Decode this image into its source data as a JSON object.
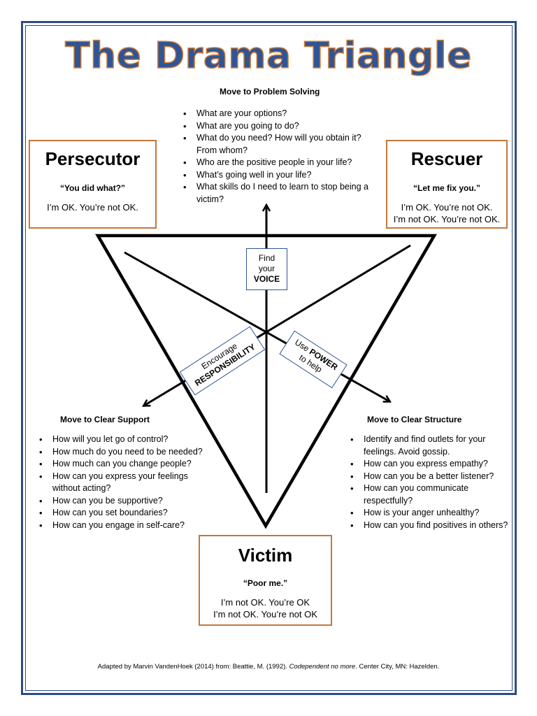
{
  "title": "The Drama Triangle",
  "problem_solving": {
    "heading": "Move to Problem Solving",
    "items": [
      "What are your options?",
      "What are you going to do?",
      "What do you need? How will you obtain it? From whom?",
      "Who are the positive people in your life?",
      "What’s going well in your life?",
      "What skills do I need to learn to stop being a victim?"
    ]
  },
  "persecutor": {
    "name": "Persecutor",
    "quote": "“You did what?”",
    "lines": [
      "I’m OK. You’re not OK."
    ]
  },
  "rescuer": {
    "name": "Rescuer",
    "quote": "“Let me fix you.”",
    "lines": [
      "I’m OK. You’re not OK.",
      "I’m not OK. You’re not OK."
    ]
  },
  "victim": {
    "name": "Victim",
    "quote": "“Poor me.”",
    "lines": [
      "I’m not OK. You’re OK",
      "I’m not OK. You’re not OK"
    ]
  },
  "find_voice": {
    "line1": "Find",
    "line2": "your",
    "line3": "VOICE"
  },
  "encourage": {
    "line1": "Encourage",
    "line2": "RESPONSIBILITY"
  },
  "power": {
    "prefix": "Use ",
    "bold": "POWER",
    "line2": "to help"
  },
  "clear_support": {
    "heading": "Move to Clear Support",
    "items": [
      "How will you let go of control?",
      "How much do you need to be needed?",
      "How much can you change people?",
      "How can you express your feelings without acting?",
      "How can you be supportive?",
      "How can you set boundaries?",
      "How can you engage in self-care?"
    ]
  },
  "clear_structure": {
    "heading": "Move to Clear Structure",
    "items": [
      "Identify and find outlets for your feelings. Avoid gossip.",
      "How can you express empathy?",
      "How can you be a better listener?",
      "How can you communicate respectfully?",
      "How is your anger unhealthy?",
      "How can you find positives in others?"
    ]
  },
  "citation": {
    "prefix": "Adapted by Marvin VandenHoek (2014) from: Beattie, M. (1992). ",
    "book": "Codependent no more",
    "suffix": ". Center City, MN: Hazelden."
  },
  "colors": {
    "title_fill": "#2f5597",
    "title_stroke": "#d47a2a",
    "role_border": "#c5773b",
    "label_border": "#2f5597",
    "frame": "#2c4b86"
  }
}
